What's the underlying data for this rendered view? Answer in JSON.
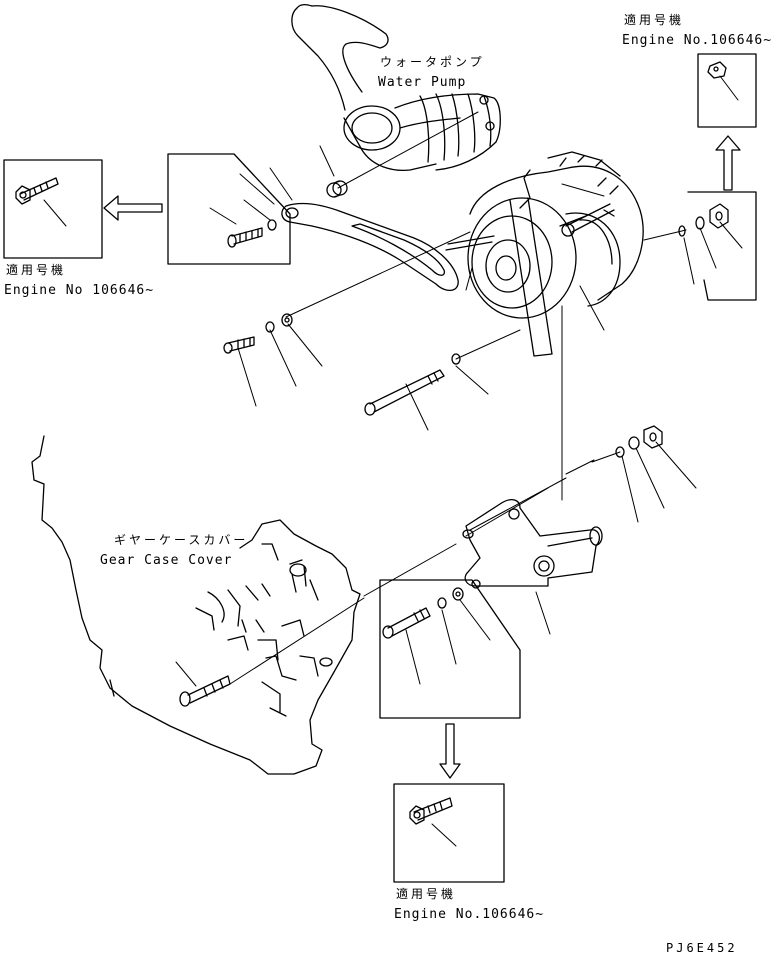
{
  "labels": {
    "water_pump_jp": "ウォータポンプ",
    "water_pump_en": "Water Pump",
    "gear_case_jp": "ギヤーケースカバー",
    "gear_case_en": "Gear Case Cover"
  },
  "applicability": {
    "top_right_jp": "適用号機",
    "top_right_en": "Engine No.106646~",
    "left_jp": "適用号機",
    "left_en": "Engine No 106646~",
    "bottom_jp": "適用号機",
    "bottom_en": "Engine No.106646~"
  },
  "drawing_code": "PJ6E452"
}
